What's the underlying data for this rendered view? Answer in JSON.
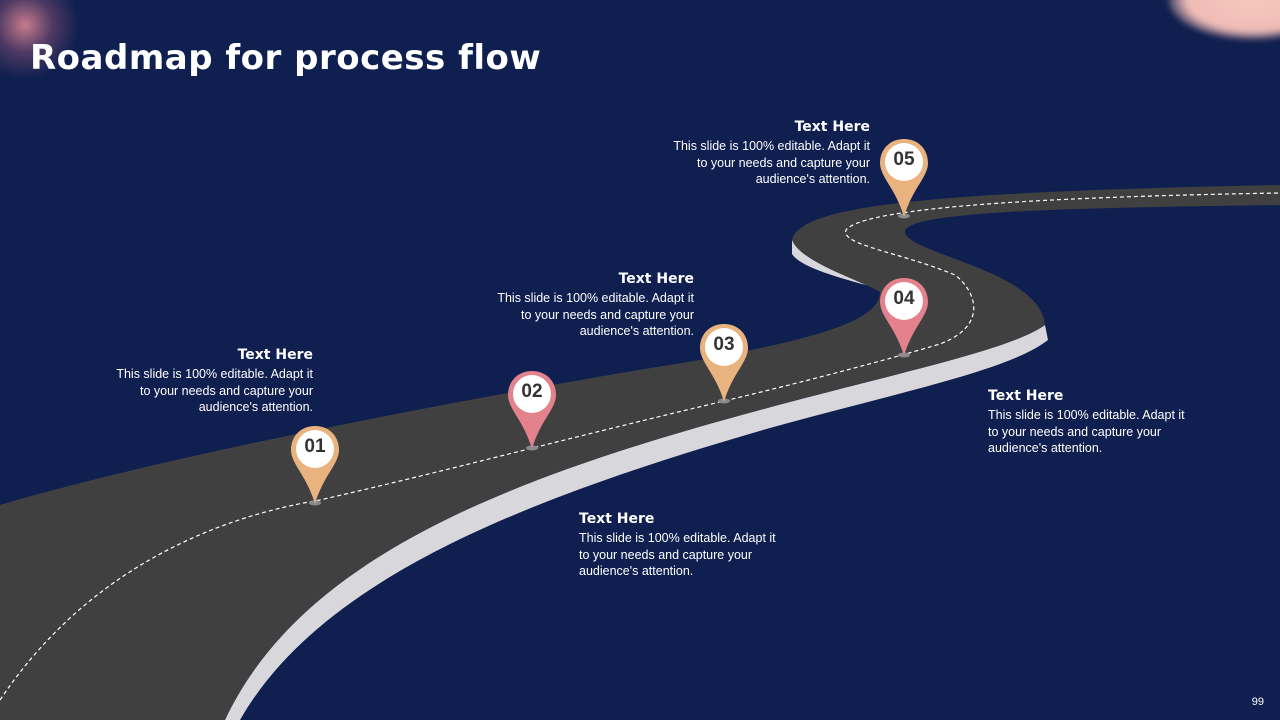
{
  "title": "Roadmap for process flow",
  "page_number": "99",
  "colors": {
    "background": "#0f1f4f",
    "road": "#404040",
    "road_edge": "#d8d8dc",
    "pin_orange": "#e9b37f",
    "pin_pink": "#e3818d"
  },
  "milestones": [
    {
      "number": "01",
      "color": "orange",
      "heading": "Text Here",
      "body": "This slide is 100% editable. Adapt it to your needs and capture your audience's attention."
    },
    {
      "number": "02",
      "color": "pink",
      "heading": "Text Here",
      "body": "This slide is 100% editable. Adapt it to your needs and capture your audience's attention."
    },
    {
      "number": "03",
      "color": "orange",
      "heading": "Text Here",
      "body": "This slide is 100% editable. Adapt it to your needs and capture your audience's attention."
    },
    {
      "number": "04",
      "color": "pink",
      "heading": "Text Here",
      "body": "This slide is 100% editable. Adapt it to your needs and capture your audience's attention."
    },
    {
      "number": "05",
      "color": "orange",
      "heading": "Text Here",
      "body": "This slide is 100% editable. Adapt it to your needs and capture your audience's attention."
    }
  ]
}
